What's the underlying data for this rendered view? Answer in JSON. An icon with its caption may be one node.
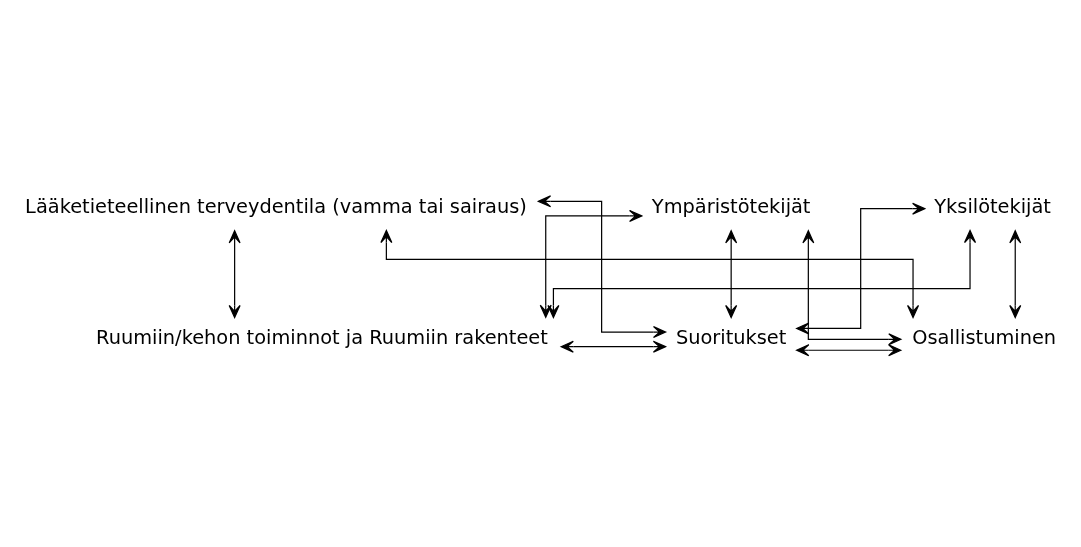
{
  "diagram": {
    "nodes": [
      {
        "text": [
          "Lääketieteellinen terveydentila (vamma tai sairaus)"
        ]
      },
      {
        "text": [
          "Ruumiin/kehon toiminnot ja Ruumiin rakenteet"
        ]
      },
      {
        "text": [
          "Suoritukset"
        ]
      },
      {
        "text": [
          "Osallistuminen"
        ]
      },
      {
        "text": [
          "Ympäristötekijät"
        ]
      },
      {
        "text": [
          "Yksilötekijät"
        ]
      }
    ],
    "edges": [
      {
        "from": 0,
        "to": 1,
        "arrow": "both"
      },
      {
        "from": 0,
        "to": 2,
        "arrow": "both"
      },
      {
        "from": 0,
        "to": 3,
        "arrow": "both"
      },
      {
        "from": 1,
        "to": 2,
        "arrow": "both"
      },
      {
        "from": 2,
        "to": 3,
        "arrow": "both"
      },
      {
        "from": 4,
        "to": 1,
        "arrow": "both"
      },
      {
        "from": 4,
        "to": 2,
        "arrow": "both"
      },
      {
        "from": 4,
        "to": 3,
        "arrow": "both"
      },
      {
        "from": 5,
        "to": 1,
        "arrow": "both"
      },
      {
        "from": 5,
        "to": 2,
        "arrow": "both"
      },
      {
        "from": 5,
        "to": 3,
        "arrow": "both"
      }
    ]
  }
}
